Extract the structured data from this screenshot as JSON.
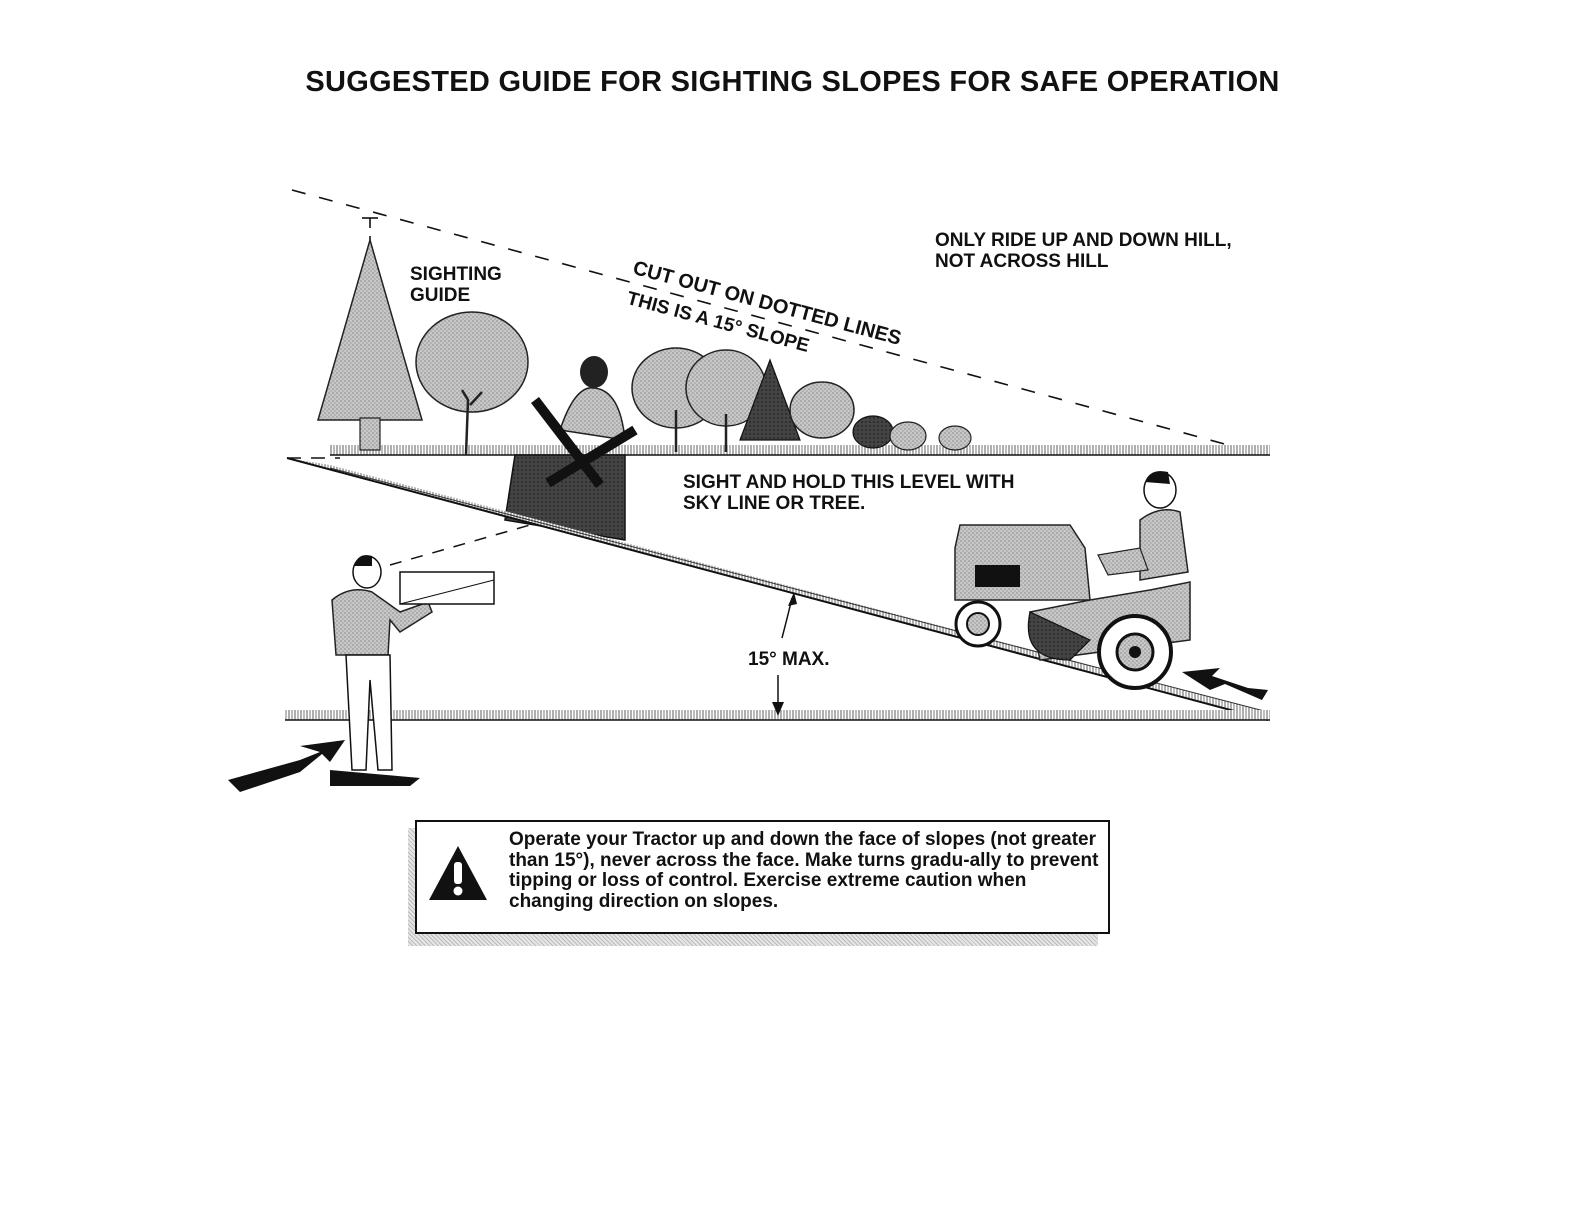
{
  "title": "SUGGESTED GUIDE FOR SIGHTING SLOPES FOR SAFE OPERATION",
  "labels": {
    "sighting_guide": [
      "SIGHTING",
      "GUIDE"
    ],
    "cut_out": "CUT OUT ON DOTTED LINES",
    "this_is": "THIS IS A 15° SLOPE",
    "ride_note": [
      "ONLY RIDE UP AND DOWN HILL,",
      "NOT ACROSS HILL"
    ],
    "sight_hold": [
      "SIGHT AND HOLD THIS LEVEL WITH",
      "SKY LINE OR TREE."
    ],
    "max_angle": "15° MAX."
  },
  "warning": {
    "icon": "warning-triangle-icon",
    "text": "Operate your Tractor up and down the face of slopes (not greater than 15°), never across the face. Make turns gradu-ally to prevent tipping or loss of control. Exercise extreme caution when changing direction on slopes."
  }
}
